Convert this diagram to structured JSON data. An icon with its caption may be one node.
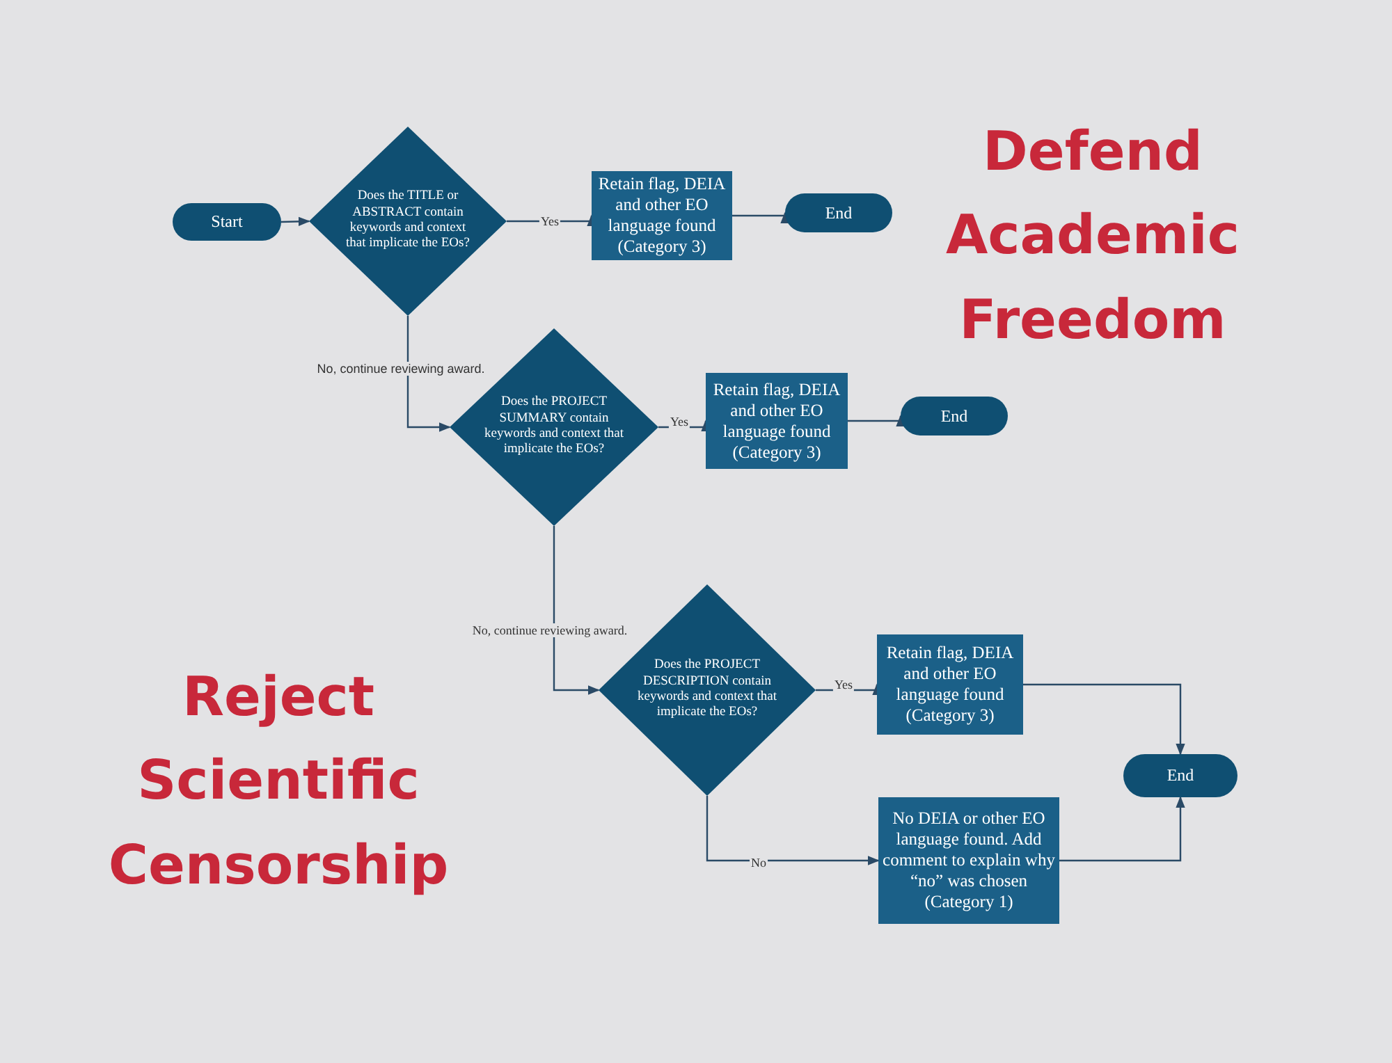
{
  "diagram": {
    "nodes": [
      {
        "text": [
          "Start"
        ]
      },
      {
        "text": [
          "Does the TITLE or ABSTRACT contain keywords and context that implicate the EOs?"
        ]
      },
      {
        "text": [
          "Retain flag, DEIA and other EO language found (Category 3)"
        ]
      },
      {
        "text": [
          "End"
        ]
      },
      {
        "text": [
          "Does the PROJECT SUMMARY contain keywords and context that implicate the EOs?"
        ]
      },
      {
        "text": [
          "Retain flag, DEIA and other EO language found (Category 3)"
        ]
      },
      {
        "text": [
          "End"
        ]
      },
      {
        "text": [
          "Does the PROJECT DESCRIPTION contain keywords and context that implicate the EOs?"
        ]
      },
      {
        "text": [
          "Retain flag, DEIA and other EO language found (Category 3)"
        ]
      },
      {
        "text": [
          "No DEIA or other EO language found. Add comment to explain why “no” was chosen (Category 1)"
        ]
      },
      {
        "text": [
          "End"
        ]
      }
    ],
    "edges": [
      {
        "from": 0,
        "to": 1,
        "arrow": "to"
      },
      {
        "from": 1,
        "to": 2,
        "arrow": "to",
        "label": "Yes"
      },
      {
        "from": 2,
        "to": 3,
        "arrow": "to"
      },
      {
        "from": 1,
        "to": 4,
        "arrow": "to",
        "label": "No, continue reviewing award."
      },
      {
        "from": 4,
        "to": 5,
        "arrow": "to",
        "label": "Yes"
      },
      {
        "from": 5,
        "to": 6,
        "arrow": "to"
      },
      {
        "from": 4,
        "to": 7,
        "arrow": "to",
        "label": "No, continue reviewing award."
      },
      {
        "from": 7,
        "to": 8,
        "arrow": "to",
        "label": "Yes"
      },
      {
        "from": 7,
        "to": 9,
        "arrow": "to",
        "label": "No"
      },
      {
        "from": 8,
        "to": 10,
        "arrow": "to"
      },
      {
        "from": 9,
        "to": 10,
        "arrow": "to"
      }
    ],
    "labels": [
      "Defend Academic Freedom",
      "Reject Scientific Censorship"
    ]
  }
}
